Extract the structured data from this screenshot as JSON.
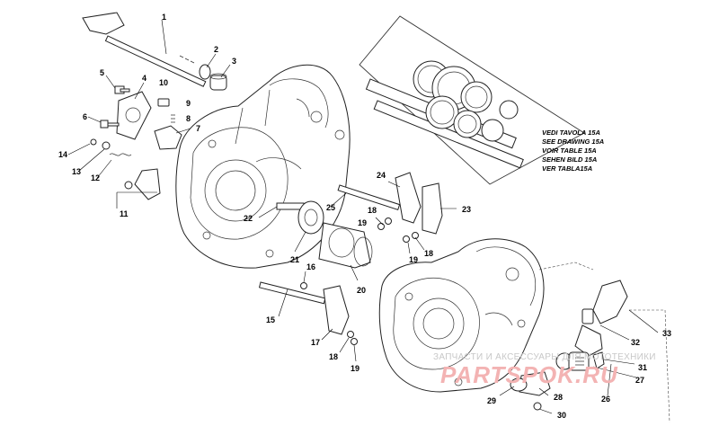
{
  "callouts": [
    {
      "id": "c1",
      "text": "1"
    },
    {
      "id": "c2",
      "text": "2"
    },
    {
      "id": "c3",
      "text": "3"
    },
    {
      "id": "c4",
      "text": "4"
    },
    {
      "id": "c5",
      "text": "5"
    },
    {
      "id": "c6",
      "text": "6"
    },
    {
      "id": "c7",
      "text": "7"
    },
    {
      "id": "c8",
      "text": "8"
    },
    {
      "id": "c9",
      "text": "9"
    },
    {
      "id": "c10",
      "text": "10"
    },
    {
      "id": "c11",
      "text": "11"
    },
    {
      "id": "c12",
      "text": "12"
    },
    {
      "id": "c13",
      "text": "13"
    },
    {
      "id": "c14",
      "text": "14"
    },
    {
      "id": "c15",
      "text": "15"
    },
    {
      "id": "c16",
      "text": "16"
    },
    {
      "id": "c17",
      "text": "17"
    },
    {
      "id": "c18a",
      "text": "18"
    },
    {
      "id": "c18b",
      "text": "18"
    },
    {
      "id": "c18c",
      "text": "18"
    },
    {
      "id": "c19a",
      "text": "19"
    },
    {
      "id": "c19b",
      "text": "19"
    },
    {
      "id": "c19c",
      "text": "19"
    },
    {
      "id": "c20",
      "text": "20"
    },
    {
      "id": "c21",
      "text": "21"
    },
    {
      "id": "c22",
      "text": "22"
    },
    {
      "id": "c23",
      "text": "23"
    },
    {
      "id": "c24",
      "text": "24"
    },
    {
      "id": "c25",
      "text": "25"
    },
    {
      "id": "c26",
      "text": "26"
    },
    {
      "id": "c27",
      "text": "27"
    },
    {
      "id": "c28",
      "text": "28"
    },
    {
      "id": "c29",
      "text": "29"
    },
    {
      "id": "c30",
      "text": "30"
    },
    {
      "id": "c31",
      "text": "31"
    },
    {
      "id": "c32",
      "text": "32"
    },
    {
      "id": "c33",
      "text": "33"
    }
  ],
  "reference_note": [
    "VEDI TAVOLA 15A",
    "SEE DRAWING 15A",
    "VOIR TABLE 15A",
    "SEHEN BILD 15A",
    "VER TABLA15A"
  ],
  "watermark": {
    "line1": "ЗАПЧАСТИ И АКСЕССУАРЫ ДЛЯ МОТОТЕХНИКИ",
    "line2": "PARTSPOK.RU"
  }
}
